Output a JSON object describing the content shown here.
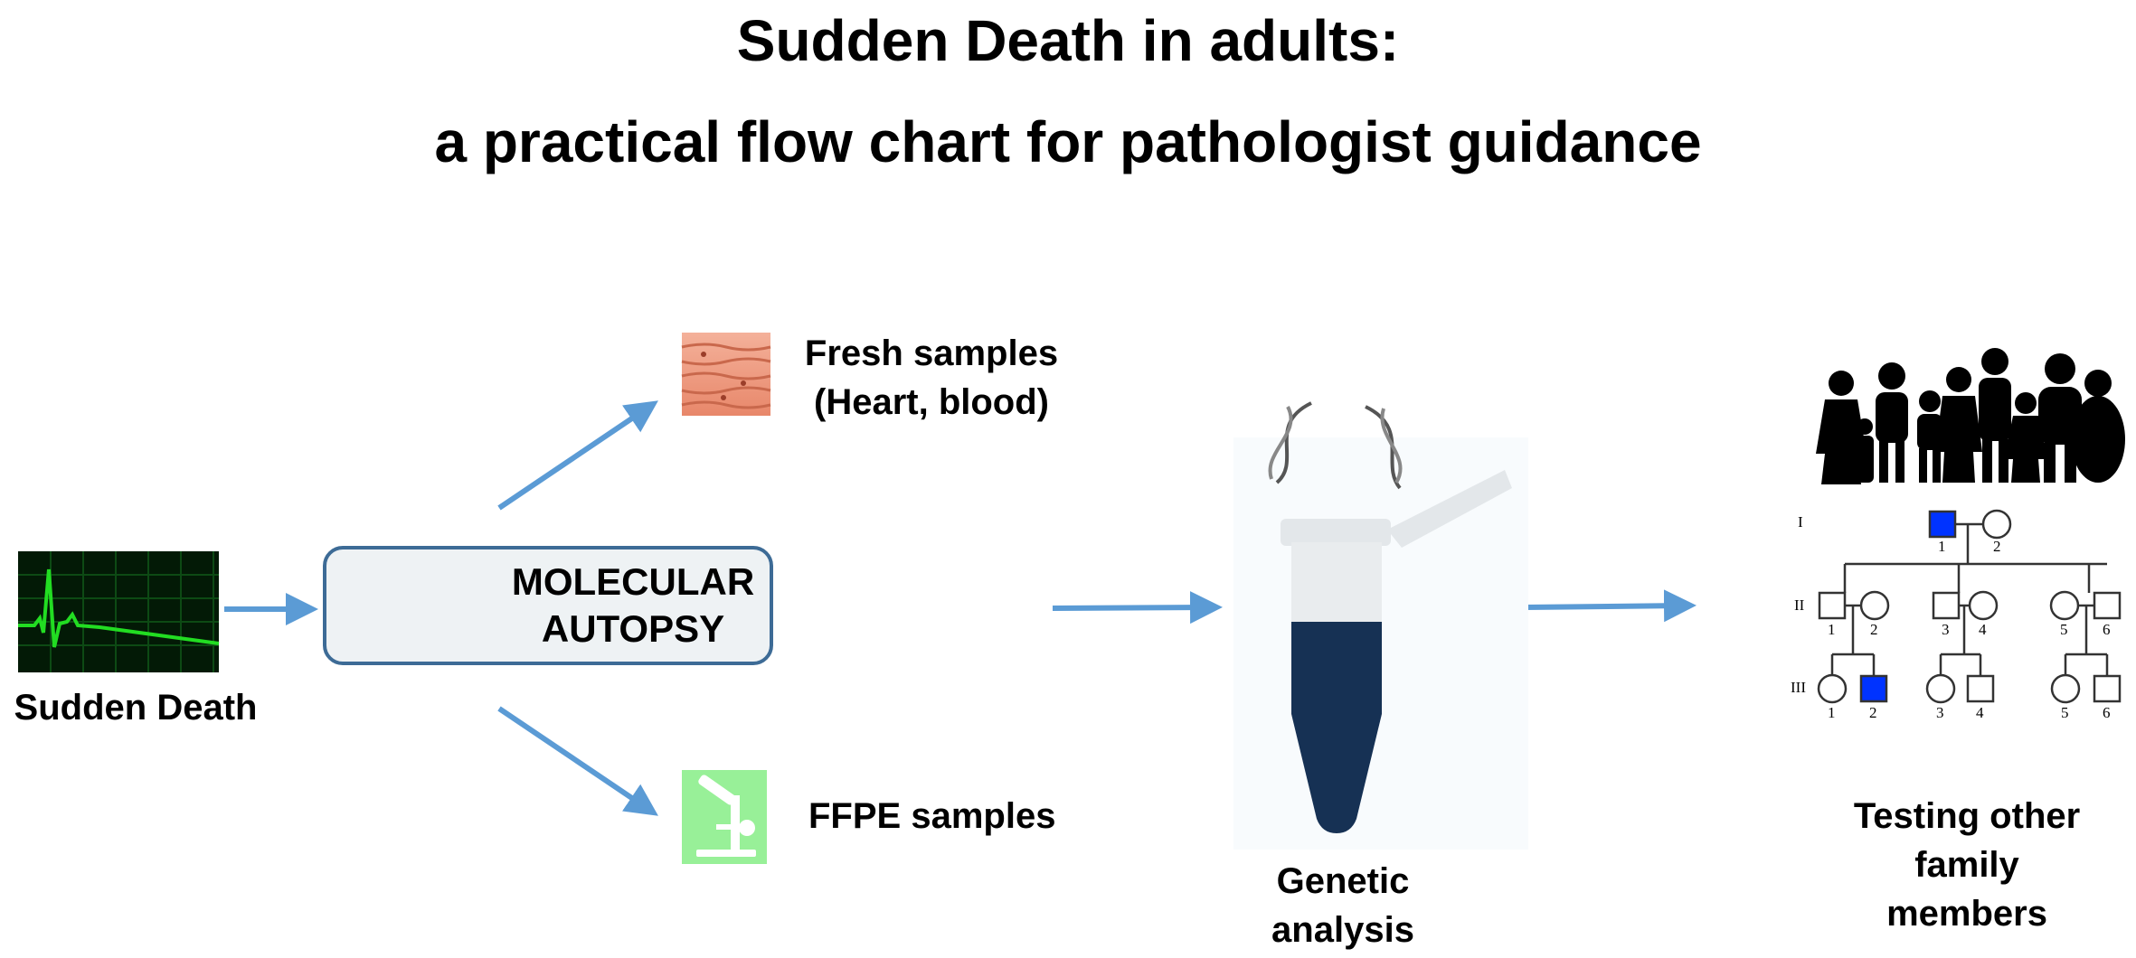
{
  "title": {
    "line1": "Sudden Death in adults:",
    "line2": "a practical flow chart for pathologist guidance"
  },
  "nodes": {
    "sudden_death": {
      "label": "Sudden Death",
      "icon": "ecg-monitor-icon"
    },
    "molecular_autopsy": {
      "line1": "MOLECULAR",
      "line2": "AUTOPSY",
      "icon": "autopsy-table-icon"
    },
    "fresh_samples": {
      "line1": "Fresh samples",
      "line2": "(Heart, blood)",
      "icon": "heart-tissue-icon"
    },
    "ffpe_samples": {
      "label": "FFPE samples",
      "icon": "microscope-icon"
    },
    "genetic_analysis": {
      "line1": "Genetic",
      "line2": "analysis",
      "icon": "sample-tube-dna-icon"
    },
    "family_testing": {
      "line1": "Testing other",
      "line2": "family",
      "line3": "members",
      "icon": "family-pedigree-icon"
    }
  },
  "pedigree": {
    "generations": [
      "I",
      "II",
      "III"
    ],
    "gen1_numbers": [
      "1",
      "2"
    ],
    "gen2_numbers": [
      "1",
      "2",
      "3",
      "4",
      "5",
      "6"
    ],
    "gen3_numbers": [
      "1",
      "2",
      "3",
      "4",
      "5",
      "6"
    ]
  },
  "colors": {
    "arrow": "#5b9bd5",
    "ecg_green": "#22dd22",
    "autopsy_border": "#3d6b96",
    "autopsy_bg": "#1aa38a",
    "affected": "#0033ff",
    "tube_liquid": "#163154",
    "tissue": "#f2a082",
    "microscope_bg": "#98f098"
  }
}
